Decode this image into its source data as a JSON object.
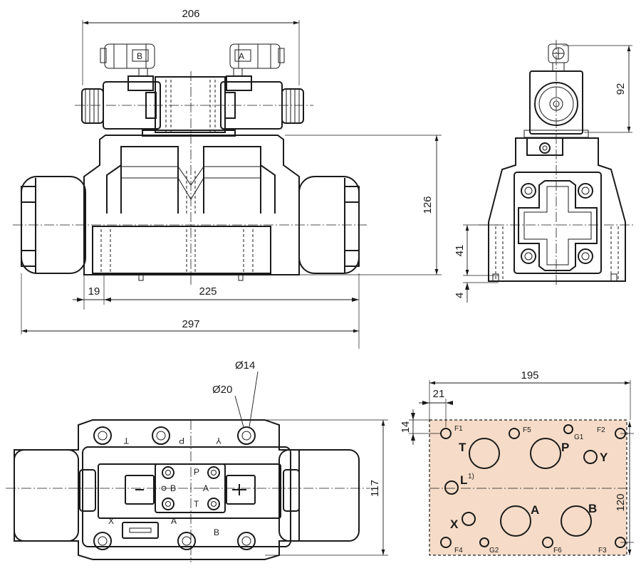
{
  "dimensions": {
    "front_width_top": "206",
    "front_height": "126",
    "front_offset": "19",
    "front_base": "225",
    "front_overall": "297",
    "side_height_top": "92",
    "side_41": "41",
    "side_4": "4",
    "bottom_d14": "Ø14",
    "bottom_d20": "Ø20",
    "bottom_height": "117",
    "plate_width": "195",
    "plate_21": "21",
    "plate_14": "14",
    "plate_height": "120"
  },
  "solenoid_labels": {
    "left": "B",
    "right": "A"
  },
  "bottom_view_labels": {
    "T_top": "T",
    "P_top": "P",
    "Y_top": "Y",
    "X_bottom": "X",
    "A_bottom": "A",
    "B_bottom": "B",
    "P_pilot": "P",
    "T_pilot": "T",
    "B_pilot": "B",
    "A_pilot": "A"
  },
  "plate_ports": {
    "T": "T",
    "P": "P",
    "Y": "Y",
    "L": "L",
    "L_note": "1)",
    "X": "X",
    "A": "A",
    "B": "B",
    "F1": "F1",
    "F2": "F2",
    "F3": "F3",
    "F4": "F4",
    "F5": "F5",
    "F6": "F6",
    "G1": "G1",
    "G2": "G2"
  }
}
